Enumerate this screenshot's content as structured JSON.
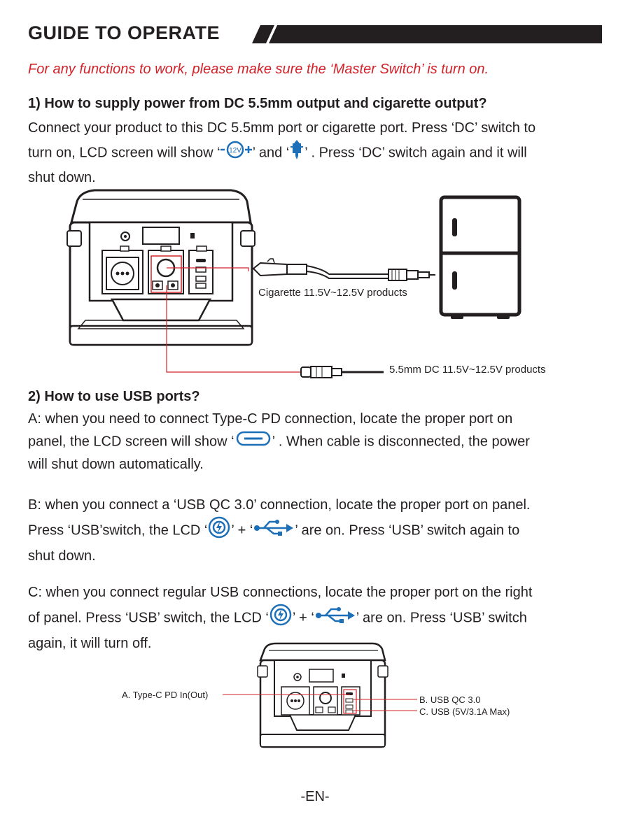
{
  "header": {
    "title": "GUIDE TO OPERATE",
    "notice": "For any functions to work, please make sure the ‘Master Switch’ is turn on."
  },
  "section1": {
    "heading": "1) How to supply power from DC 5.5mm output and cigarette output?",
    "line1": "Connect your product to this DC 5.5mm port or cigarette port. Press ‘DC’ switch to",
    "line2a": "turn on, LCD screen will show ‘",
    "line2b": "’ and ‘",
    "line2c": "’ . Press ‘DC’ switch again and it will",
    "line3": "shut down.",
    "icon_12v_text": "12V",
    "label_cigarette": "Cigarette 11.5V~12.5V products",
    "label_dc": "5.5mm DC 11.5V~12.5V products"
  },
  "section2": {
    "heading": "2) How to use USB ports?",
    "a_line1": "A: when you need to connect Type-C PD connection, locate the proper port on",
    "a_line2a": "panel, the LCD screen will show ‘",
    "a_line2b": "’ . When cable is disconnected, the power",
    "a_line3": "will shut down automatically.",
    "b_line1": "B: when you connect a ‘USB QC 3.0’ connection, locate the proper port on panel.",
    "b_line2a": "Press ‘USB’switch, the LCD ‘",
    "b_line2b": "’ + ‘",
    "b_line2c": "’ are on. Press ‘USB’ switch again to",
    "b_line3": "shut down.",
    "c_line1": "C: when you connect regular USB connections, locate the proper port on the right",
    "c_line2a": "of panel. Press ‘USB’ switch, the LCD ‘",
    "c_line2b": "’ + ‘",
    "c_line2c": "’ are on. Press ‘USB’ switch",
    "c_line3": "again, it will turn off.",
    "label_typec": "A. Type-C PD In(Out)",
    "label_qc": "B. USB QC 3.0",
    "label_usb": "C. USB (5V/3.1A Max)"
  },
  "footer": {
    "page": "-EN-"
  },
  "colors": {
    "accent_red": "#d2232a",
    "icon_blue": "#1d6fb8",
    "dark": "#231f20"
  }
}
